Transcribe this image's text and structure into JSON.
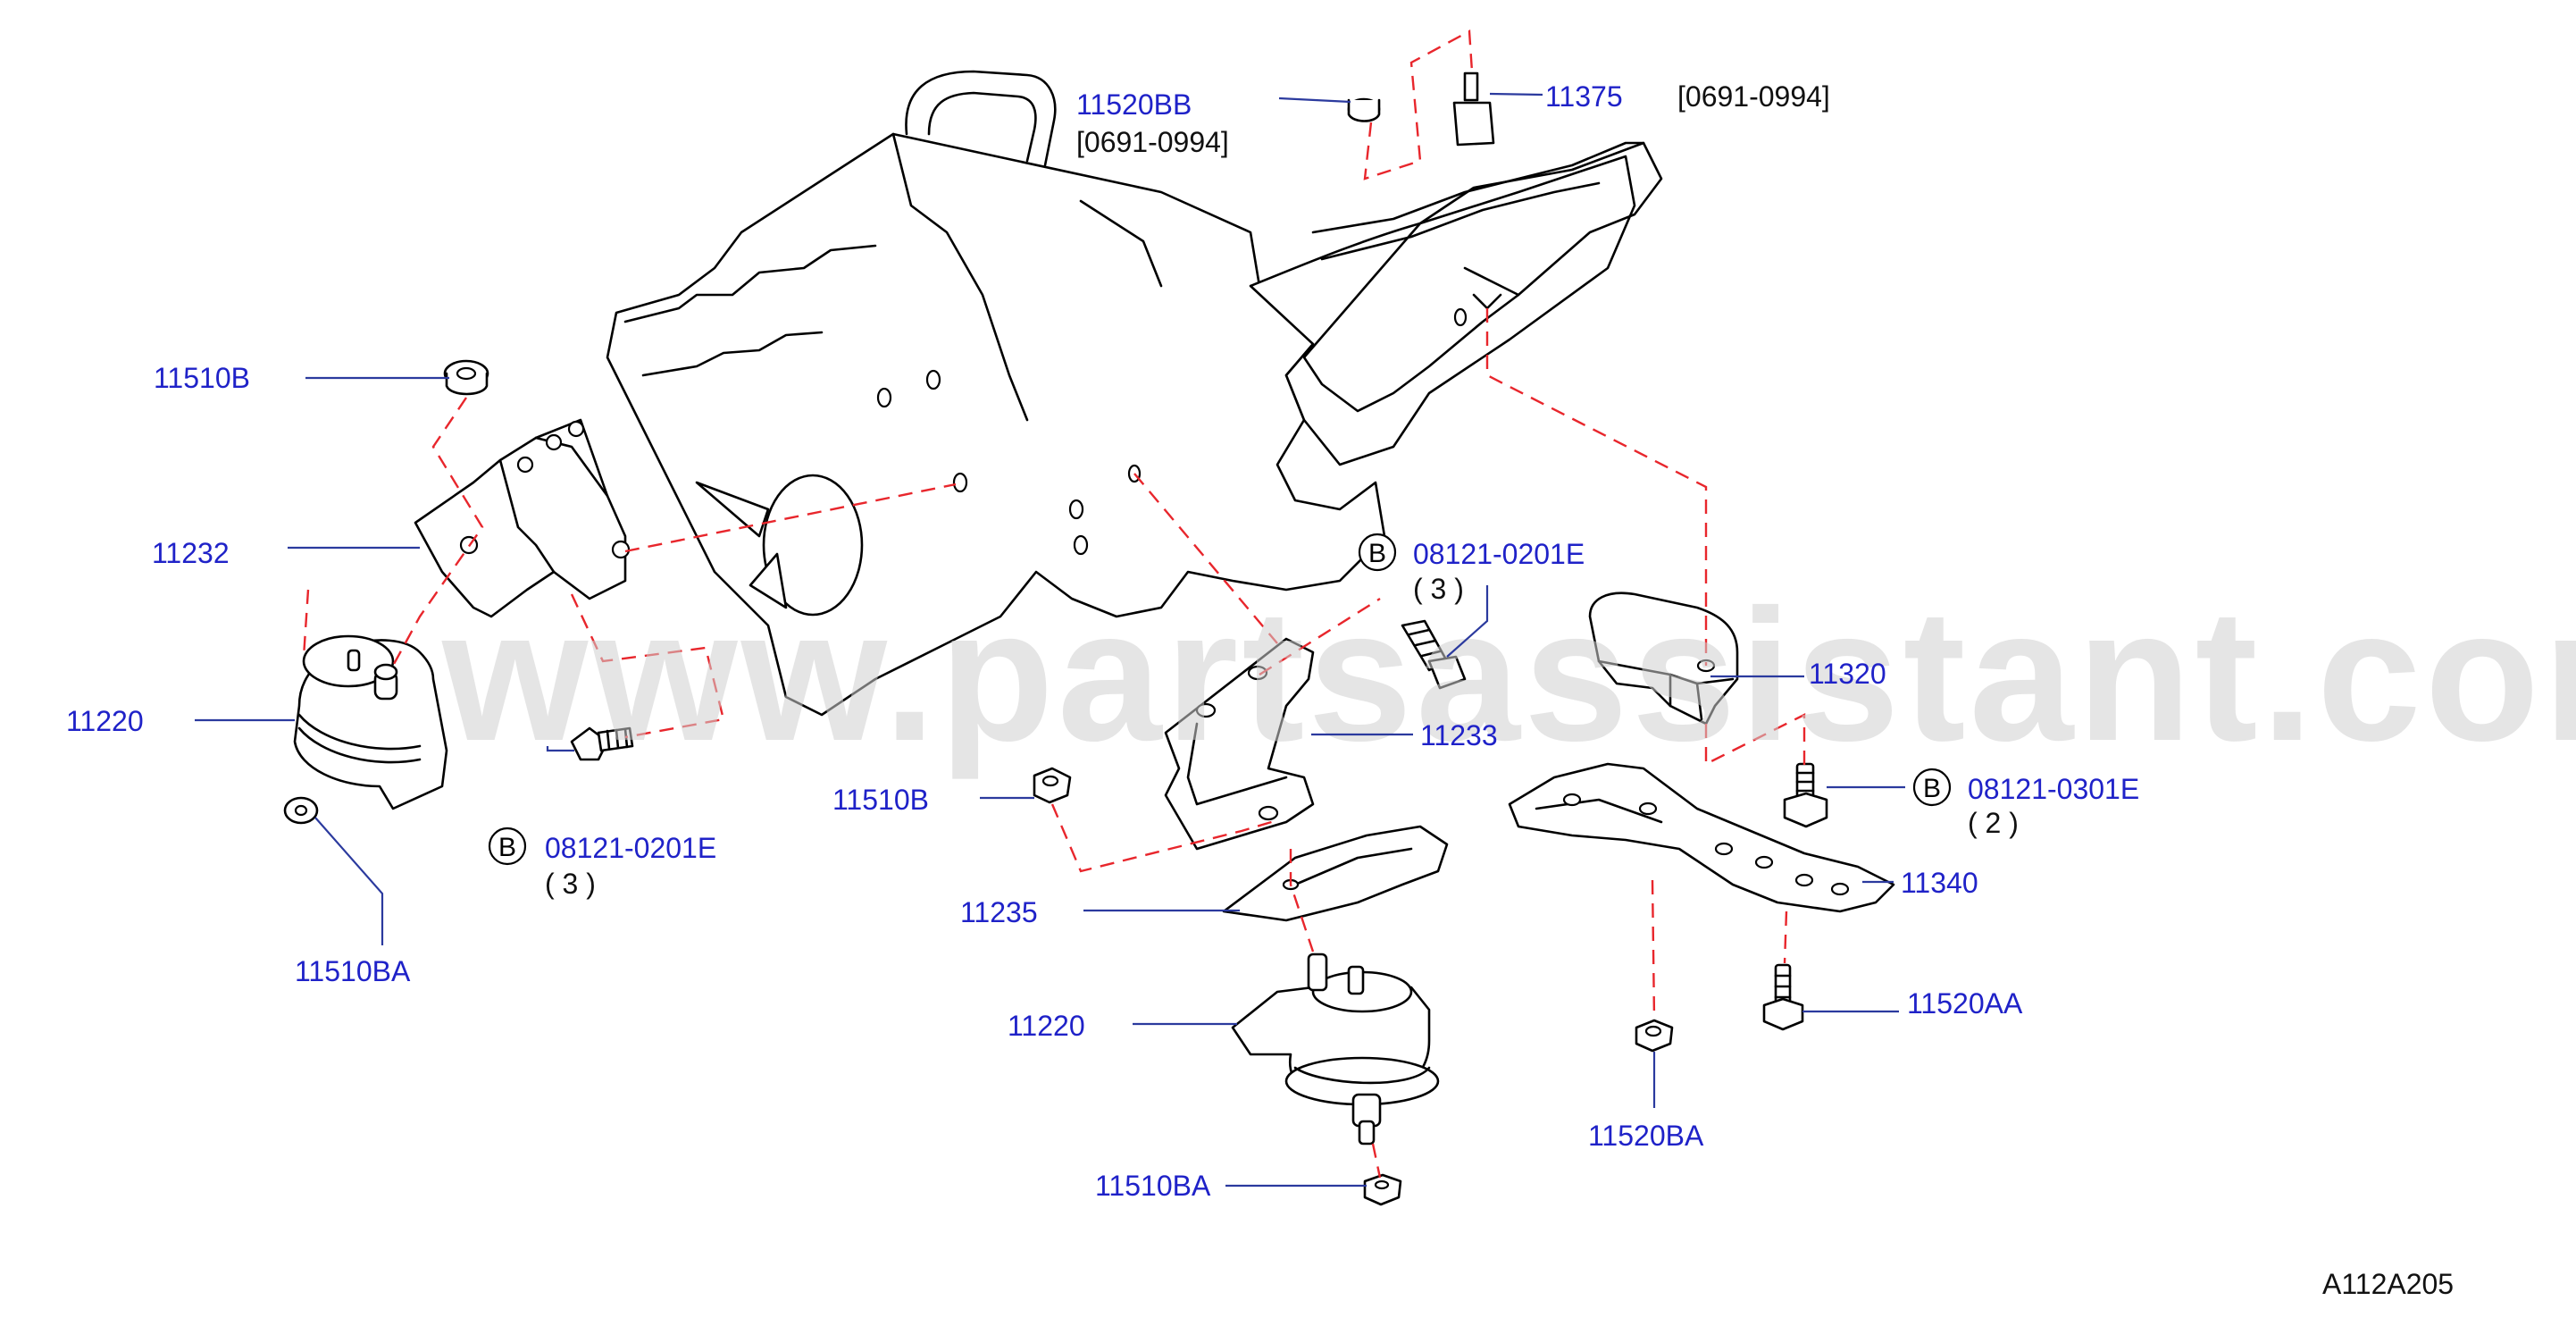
{
  "watermark": "www.partsassistant.com",
  "diagram_code": "A112A205",
  "labels": {
    "p11520BB": "11520BB",
    "range_left": "[0691-0994]",
    "p11375": "11375",
    "range_right": "[0691-0994]",
    "p11510B_top": "11510B",
    "p11232": "11232",
    "p11220_left": "11220",
    "p11510BA_left": "11510BA",
    "bolt_left_code": "08121-0201E",
    "bolt_left_qty": "( 3 )",
    "bolt_mid_code": "08121-0201E",
    "bolt_mid_qty": "( 3 )",
    "p11233": "11233",
    "p11510B_mid": "11510B",
    "p11235": "11235",
    "p11220_mid": "11220",
    "p11510BA_bottom": "11510BA",
    "p11320": "11320",
    "bolt_right_code": "08121-0301E",
    "bolt_right_qty": "( 2 )",
    "p11340": "11340",
    "p11520AA": "11520AA",
    "p11520BA": "11520BA",
    "b_mark": "B"
  },
  "colors": {
    "label": "#1f22c8",
    "dash": "#e8262c",
    "leader": "#2b3a9e"
  }
}
